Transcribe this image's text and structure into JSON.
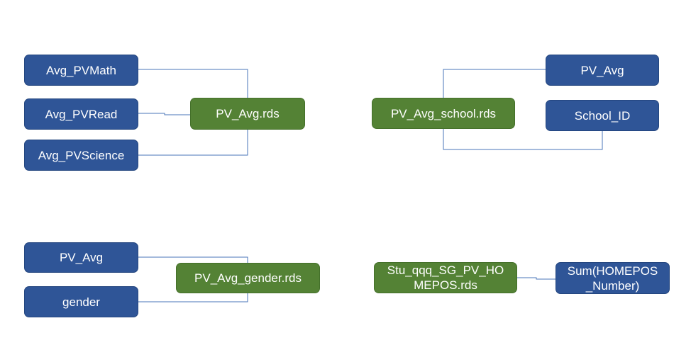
{
  "groups": [
    {
      "file": "PV_Avg.rds",
      "fields": [
        "Avg_PVMath",
        "Avg_PVRead",
        "Avg_PVScience"
      ]
    },
    {
      "file": "PV_Avg_school.rds",
      "fields": [
        "PV_Avg",
        "School_ID"
      ]
    },
    {
      "file": "PV_Avg_gender.rds",
      "fields": [
        "PV_Avg",
        "gender"
      ]
    },
    {
      "file": "Stu_qqq_SG_PV_HOMEPOS.rds",
      "file_display": "Stu_qqq_SG_PV_HO\nMEPOS.rds",
      "fields": [
        "Sum(HOMEPOS_Number)"
      ],
      "fields_display": [
        "Sum(HOMEPOS\n_Number)"
      ]
    }
  ],
  "colors": {
    "field_box": "#2f5597",
    "file_box": "#548235",
    "connector": "#4a76b8"
  }
}
